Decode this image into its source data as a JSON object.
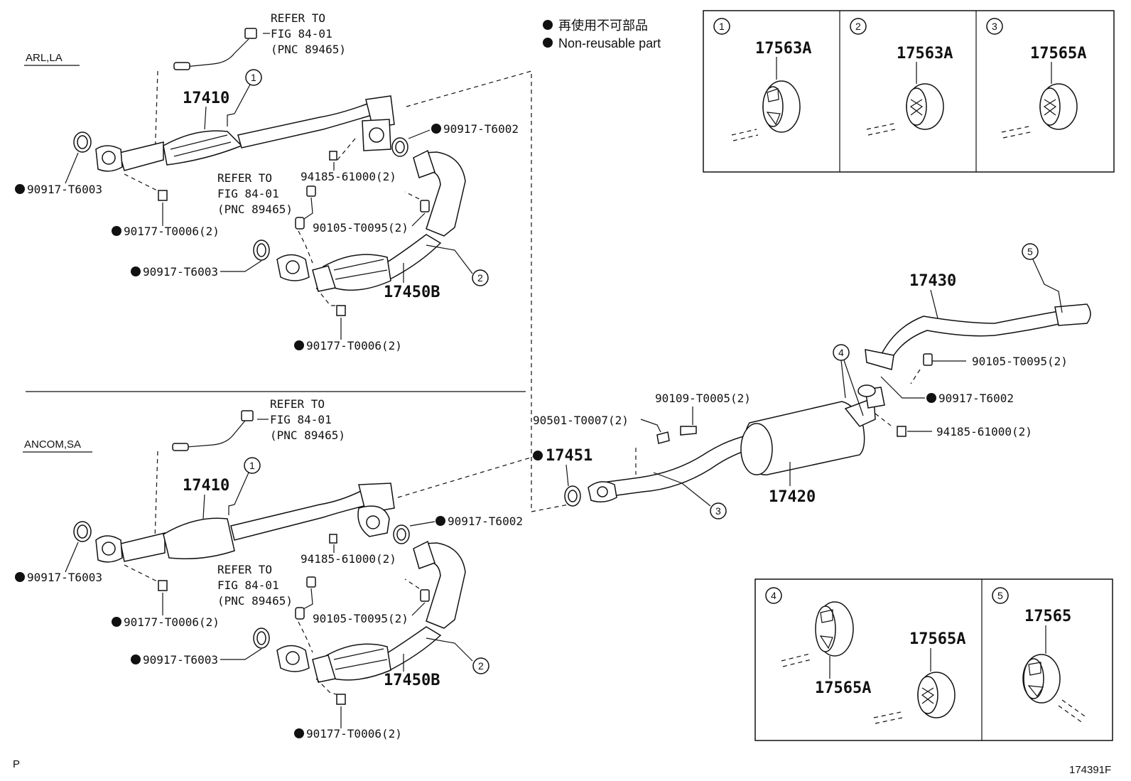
{
  "legend": {
    "jp": "再使用不可部品",
    "en": "Non-reusable part"
  },
  "sections": {
    "top": "ARL,LA",
    "bottom": "ANCOM,SA"
  },
  "refer": {
    "line1": "REFER TO",
    "line2": "FIG 84-01",
    "line3": "(PNC 89465)"
  },
  "parts": {
    "p17410": "17410",
    "p17450B": "17450B",
    "p17420": "17420",
    "p17430": "17430",
    "p17451": "17451",
    "g6003": "90917-T6003",
    "g6002": "90917-T6002",
    "n61000": "94185-61000(2)",
    "b0095": "90105-T0095(2)",
    "n0006": "90177-T0006(2)",
    "b0005": "90109-T0005(2)",
    "s0007": "90501-T0007(2)"
  },
  "callouts": [
    "1",
    "2",
    "3",
    "4",
    "5"
  ],
  "insets": {
    "i1": "17563A",
    "i2": "17563A",
    "i3": "17565A",
    "i4a": "17565A",
    "i4b": "17565A",
    "i5": "17565"
  },
  "footer": {
    "left": "P",
    "right": "174391F"
  }
}
